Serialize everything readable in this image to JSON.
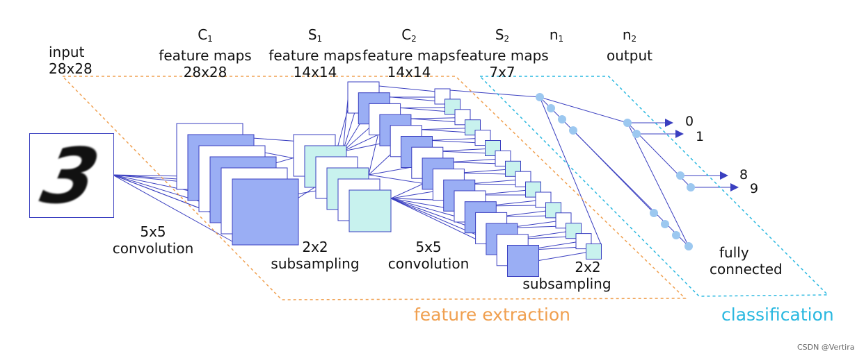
{
  "labels": {
    "input": {
      "line1": "input",
      "line2": "28x28"
    },
    "c1": {
      "main": "C",
      "sub": "1",
      "line2": "feature maps",
      "line3": "28x28"
    },
    "s1": {
      "main": "S",
      "sub": "1",
      "line2": "feature maps",
      "line3": "14x14"
    },
    "c2": {
      "main": "C",
      "sub": "2",
      "line2": "feature maps",
      "line3": "14x14"
    },
    "s2": {
      "main": "S",
      "sub": "2",
      "line2": "feature maps",
      "line3": "7x7"
    },
    "n1": {
      "main": "n",
      "sub": "1"
    },
    "n2": {
      "main": "n",
      "sub": "2",
      "line2": "output"
    }
  },
  "operations": {
    "conv1": {
      "line1": "5x5",
      "line2": "convolution"
    },
    "sub1": {
      "line1": "2x2",
      "line2": "subsampling"
    },
    "conv2": {
      "line1": "5x5",
      "line2": "convolution"
    },
    "sub2": {
      "line1": "2x2",
      "line2": "subsampling"
    },
    "fc": {
      "line1": "fully",
      "line2": "connected"
    }
  },
  "input_digit": "3",
  "outputs": [
    "0",
    "1",
    "8",
    "9"
  ],
  "regions": {
    "feature_extraction": "feature extraction",
    "classification": "classification"
  },
  "watermark": "CSDN @Vertira",
  "colors": {
    "conv_map": "#9AAEF4",
    "subsample_map": "#C8F2EE",
    "line": "#3A3FC0",
    "node": "#9CC8F0",
    "feature_region": "#F0A050",
    "classification_region": "#2AB8E0"
  }
}
